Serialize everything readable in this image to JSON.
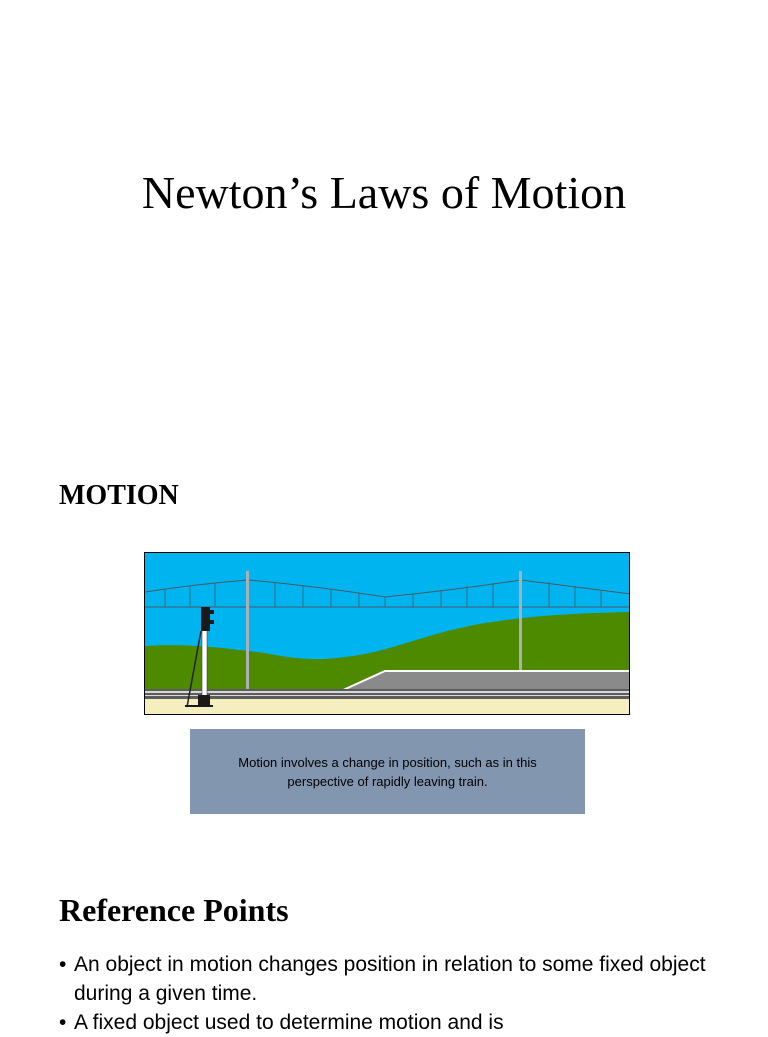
{
  "slide1": {
    "title": "Newton’s Laws of Motion"
  },
  "slide2": {
    "heading": "MOTION",
    "caption": "Motion involves a change in position, such as in this perspective of rapidly leaving train."
  },
  "slide3": {
    "heading": "Reference Points",
    "bullets": [
      {
        "marker": "•",
        "text": "An object in motion changes position in relation to some fixed object during a given time."
      },
      {
        "marker": "•",
        "text": "A fixed object used to determine motion and is"
      }
    ]
  },
  "colors": {
    "sky": "#00b4f0",
    "hill": "#4e8a00",
    "ground": "#f5efc0",
    "platform": "#8a8a8a",
    "caption_bg": "#8296b0"
  }
}
